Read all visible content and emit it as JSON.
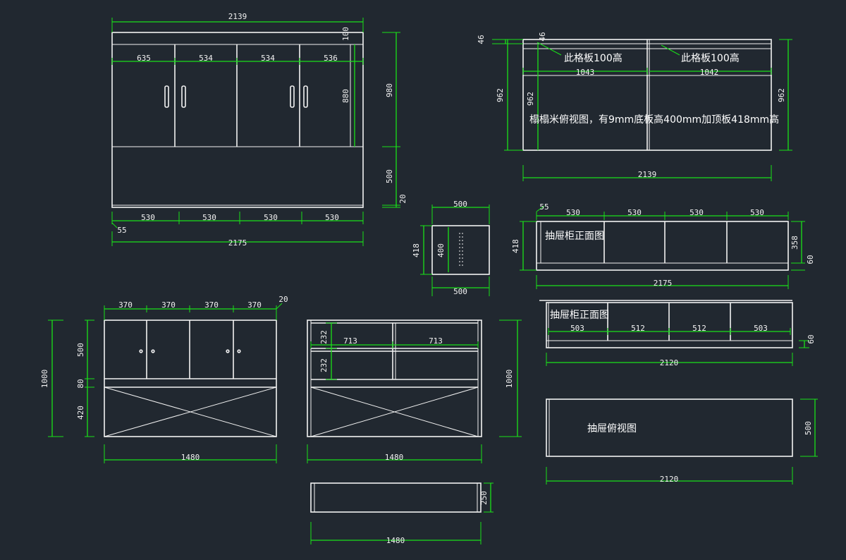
{
  "drawing": {
    "view1": {
      "top_width": "2139",
      "top_offset": "100",
      "door_widths": [
        "635",
        "534",
        "534",
        "536"
      ],
      "upper_height": "880",
      "overall_height": "980",
      "lower_height": "500",
      "base_height": "20",
      "base_widths": [
        "530",
        "530",
        "530",
        "530"
      ],
      "inset": "55",
      "total_width": "2175"
    },
    "view2": {
      "top_offset_left": "46",
      "top_offset_right": "46",
      "left_note": "此格板100高",
      "right_note": "此格板100高",
      "left_width": "1043",
      "right_width": "1042",
      "left_height": "962",
      "inner_height": "962",
      "right_height": "962",
      "main_note": "榻榻米俯视图，有9mm底板高400mm加顶板418mm高",
      "total_width": "2139"
    },
    "view3": {
      "top_width": "500",
      "outer_height": "418",
      "inner_height": "400",
      "bottom_width": "500"
    },
    "view4": {
      "inset": "55",
      "widths": [
        "530",
        "530",
        "530",
        "530"
      ],
      "height": "418",
      "title": "抽屉柜正面图",
      "inner_height": "358",
      "base_height": "60",
      "total_width": "2175"
    },
    "view5": {
      "widths": [
        "370",
        "370",
        "370",
        "370"
      ],
      "offset": "20",
      "total_height": "1000",
      "upper_height": "500",
      "mid_height": "80",
      "lower_height": "420",
      "total_width": "1480"
    },
    "view6": {
      "upper_height": "232",
      "lower_height": "232",
      "widths": [
        "713",
        "713"
      ],
      "total_height": "1000",
      "total_width": "1480"
    },
    "view7": {
      "title": "抽屉柜正面图",
      "widths": [
        "503",
        "512",
        "512",
        "503"
      ],
      "base_height": "60",
      "total_width": "2120"
    },
    "view8": {
      "title": "抽屉俯视图",
      "height": "500",
      "total_width": "2120"
    },
    "view9": {
      "height": "250",
      "total_width": "1480"
    }
  }
}
